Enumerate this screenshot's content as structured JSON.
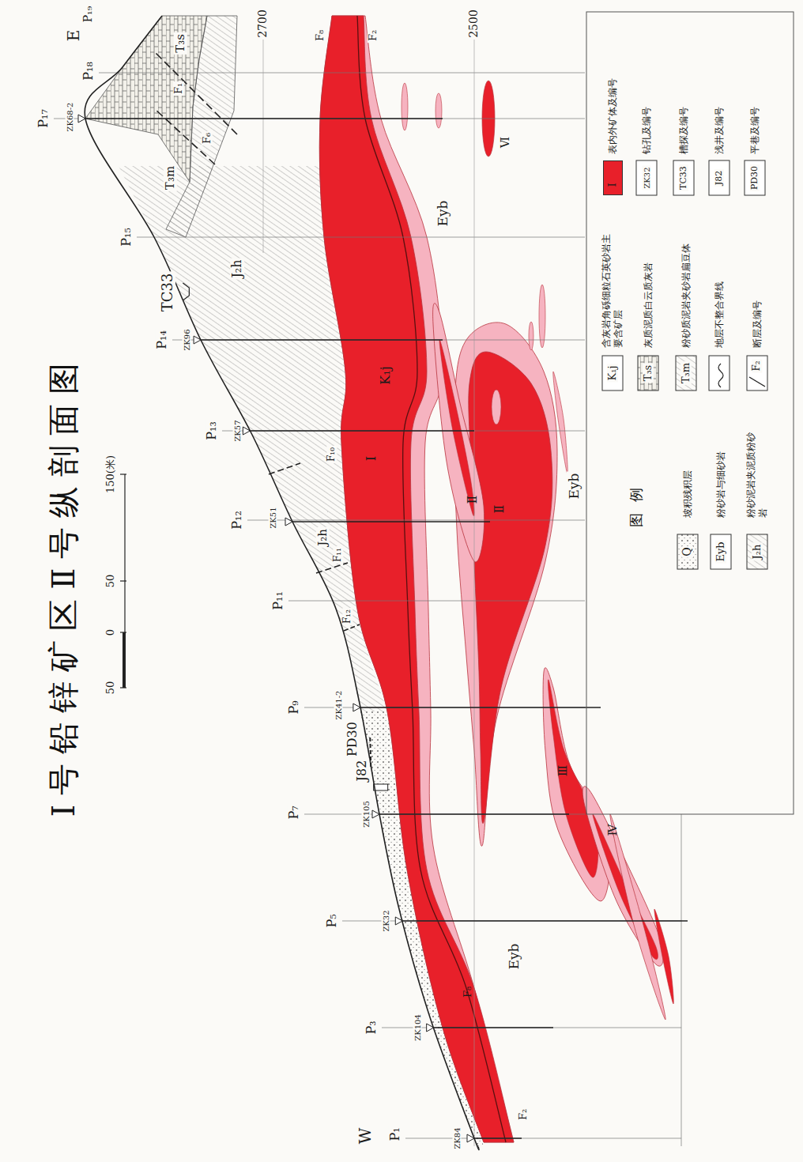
{
  "diagram": {
    "title": "Ⅰ号铅锌矿区Ⅱ号纵剖面图",
    "labels": [
      "W",
      "P₁",
      "ZK84",
      "P₃",
      "ZK104",
      "P₅",
      "ZK32",
      "P₇",
      "ZK105",
      "J82",
      "PD30",
      "P₉",
      "ZK41-2",
      "P₁₁",
      "F₁₂",
      "F₁₁",
      "J₂h",
      "P₁₂",
      "ZK51",
      "F₁₀",
      "P₁₃",
      "ZK57",
      "P₁₄",
      "ZK96",
      "TC33",
      "J₂h",
      "P₁₅",
      "T₃m",
      "F₆",
      "P₁₇",
      "ZK68-2",
      "F₁",
      "P₁₈",
      "T₃s",
      "E",
      "P₁₉",
      "F₈",
      "F₂",
      "2700",
      "2500",
      "F₈",
      "F₂",
      "Ⅰ",
      "K₁j",
      "Ⅱ",
      "Ⅱ",
      "Ⅲ",
      "Ⅳ",
      "Ⅵ",
      "Eyb",
      "Eyb",
      "Eyb",
      "50",
      "0",
      "50",
      "150(米)",
      "图例",
      "Q",
      "Eyb",
      "J₂h",
      "K₁j",
      "T₃s",
      "T₃m",
      "F₂",
      "Ⅰ",
      "ZK32",
      "TC33",
      "J82",
      "PD30"
    ],
    "legend": [
      {
        "text": "坡积残积层"
      },
      {
        "text": "粉砂岩与细砂岩"
      },
      {
        "text": "粉砂泥岩夹泥质粉砂岩"
      },
      {
        "text": "含灰岩角砾细粒石英砂岩主要含矿层"
      },
      {
        "text": "灰质泥质白云质灰岩"
      },
      {
        "text": "粉砂质泥岩夹砂岩扁豆体"
      },
      {
        "text": "地层不整合界线"
      },
      {
        "text": "断层及编号"
      },
      {
        "text": "表内外矿体及编号",
        "color": "#e8202a"
      },
      {
        "text": "钻孔及编号"
      },
      {
        "text": "槽探及编号"
      },
      {
        "text": "浅井及编号"
      },
      {
        "text": "平巷及编号"
      }
    ]
  }
}
